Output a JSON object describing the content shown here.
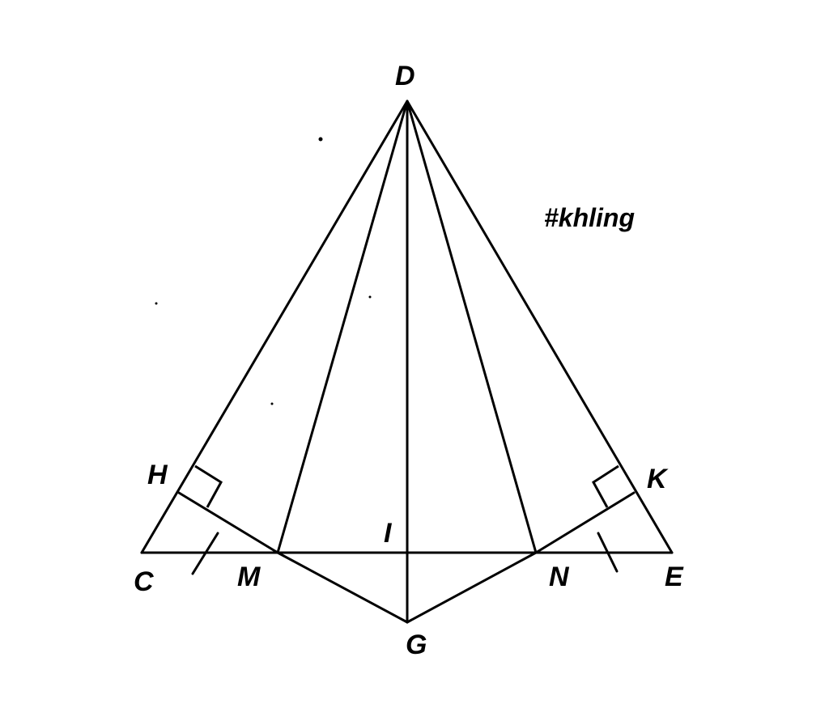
{
  "diagram": {
    "points": {
      "D": "D",
      "C": "C",
      "E": "E",
      "H": "H",
      "K": "K",
      "M": "M",
      "N": "N",
      "I": "I",
      "G": "G"
    },
    "watermark": "#khling",
    "colors": {
      "line": "#000000",
      "background": "#ffffff"
    }
  }
}
